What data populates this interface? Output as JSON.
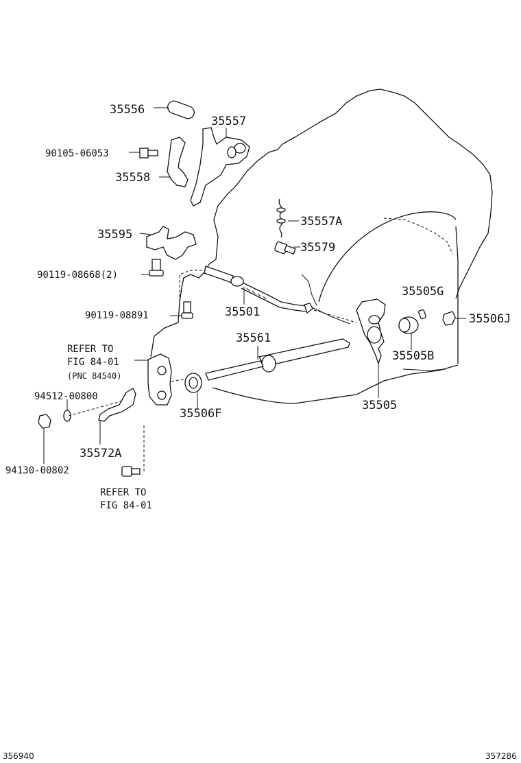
{
  "labels": {
    "p35556": "35556",
    "p35557": "35557",
    "p90105": "90105-06053",
    "p35558": "35558",
    "p35595": "35595",
    "p35557a": "35557A",
    "p35579": "35579",
    "p90119_08668": "90119-08668(2)",
    "p35505g": "35505G",
    "p90119_08891": "90119-08891",
    "p35501": "35501",
    "p35506j": "35506J",
    "p35561": "35561",
    "p35505b": "35505B",
    "p94512": "94512-00800",
    "p35506f": "35506F",
    "p35505": "35505",
    "p35572a": "35572A",
    "p94130": "94130-00802"
  },
  "refer_top": {
    "line1": "REFER TO",
    "line2": "FIG 84-01",
    "line3": "(PNC 84540)"
  },
  "refer_bottom": {
    "line1": "REFER TO",
    "line2": "FIG 84-01"
  },
  "footer": {
    "left_id": "356940",
    "right_id": "357286"
  }
}
